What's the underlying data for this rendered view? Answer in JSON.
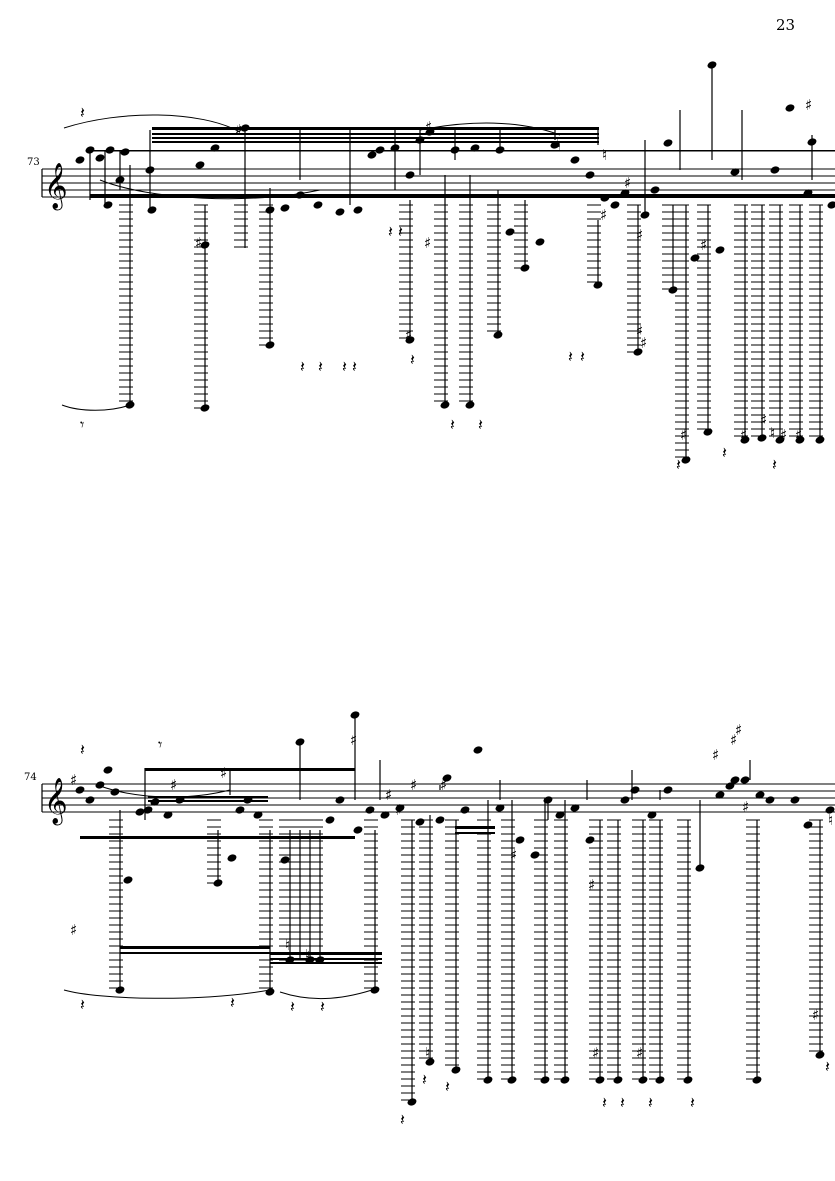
{
  "page": {
    "number": "23"
  },
  "systems": [
    {
      "measure_number": "73",
      "clef": "treble",
      "accidentals": [
        "♯",
        "♯",
        "♯",
        "♯",
        "♯",
        "♯",
        "♯",
        "♯",
        "♯",
        "♯",
        "♯",
        "♯",
        "♯",
        "♯",
        "♯",
        "♯",
        "♯",
        "♮",
        "♮",
        "♮"
      ],
      "rest_glyphs": [
        "𝄽",
        "𝄽",
        "𝄽",
        "𝄽",
        "𝄽",
        "𝄽",
        "𝄽",
        "𝄽",
        "𝄽",
        "𝄽",
        "𝄽",
        "𝄽",
        "𝄽",
        "𝄽",
        "𝄽",
        "𝄾"
      ]
    },
    {
      "measure_number": "74",
      "clef": "treble",
      "accidentals": [
        "♯",
        "♯",
        "♯",
        "♯",
        "♯",
        "♯",
        "♯",
        "♯",
        "♯",
        "♯",
        "♯",
        "♯",
        "♯",
        "♯",
        "♯",
        "♯",
        "♯",
        "♯",
        "♮",
        "♮",
        "♮",
        "♮"
      ],
      "rest_glyphs": [
        "𝄽",
        "𝄽",
        "𝄽",
        "𝄽",
        "𝄽",
        "𝄽",
        "𝄽",
        "𝄽",
        "𝄽",
        "𝄽",
        "𝄽",
        "𝄽",
        "𝄽",
        "𝄾"
      ]
    }
  ],
  "colors": {
    "ink": "#000000",
    "paper": "#ffffff"
  }
}
